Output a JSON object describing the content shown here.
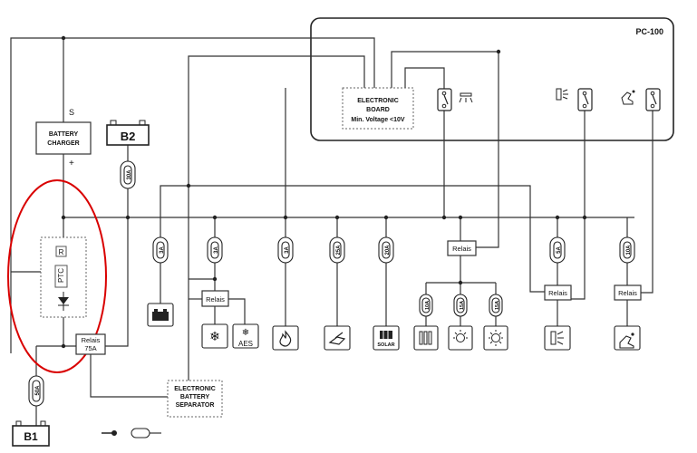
{
  "panel": {
    "title": "PC-100"
  },
  "electronic_board": {
    "line1": "ELECTRONIC",
    "line2": "BOARD",
    "line3": "Min. Voltage <10V"
  },
  "battery_charger": {
    "line1": "BATTERY",
    "line2": "CHARGER",
    "terminal_s": "S",
    "terminal_plus": "+"
  },
  "batteries": {
    "b1": "B1",
    "b2": "B2"
  },
  "separator": {
    "line1": "ELECTRONIC",
    "line2": "BATTERY",
    "line3": "SEPARATOR"
  },
  "ptc": {
    "r": "R",
    "ptc": "PTC"
  },
  "relais_main": {
    "label": "Relais",
    "rating": "75A"
  },
  "relais": {
    "label": "Relais"
  },
  "fuses": {
    "b2_fuse": "30A",
    "b1_fuse": "50A",
    "f1": "3A",
    "f2": "3A",
    "f3": "3A",
    "f4": "25A",
    "f5": "20A",
    "f6": "10A",
    "f7": "15A",
    "f8": "15A",
    "f9": "5A",
    "f10": "10A"
  },
  "loads": {
    "aes": "AES",
    "solar": "SOLAR"
  }
}
